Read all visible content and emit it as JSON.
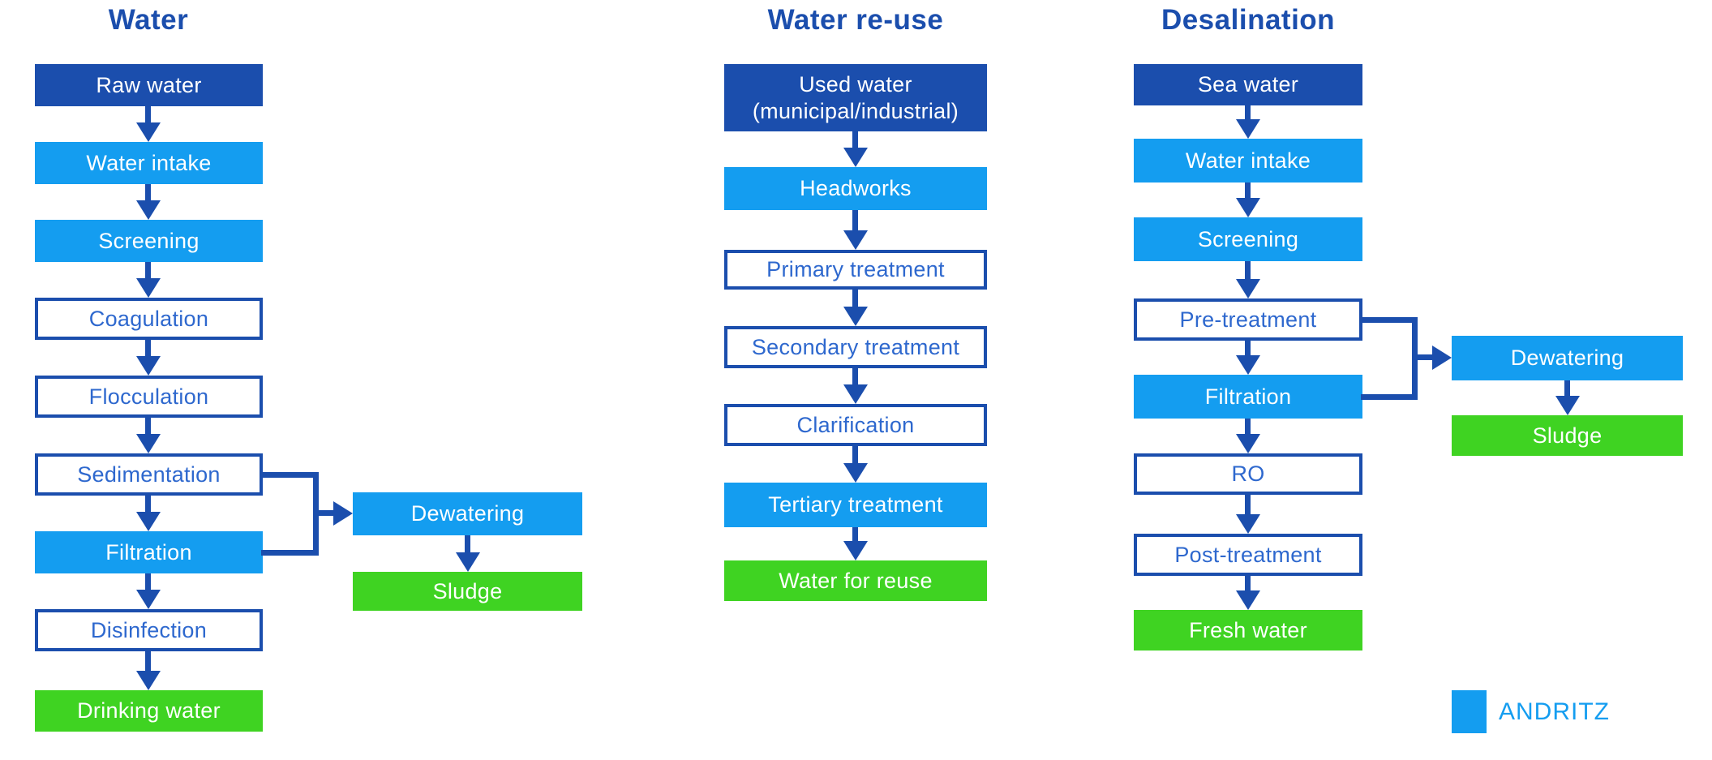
{
  "colors": {
    "dark_blue": "#1B4EAD",
    "light_blue": "#149DF0",
    "green": "#3FD322",
    "outline_text_blue": "#2E68CE",
    "box_text_white": "#FFFFFF"
  },
  "legend": {
    "label": "ANDRITZ",
    "swatch_color": "#149DF0"
  },
  "columns": [
    {
      "title": "Water",
      "steps": [
        {
          "label": "Raw water",
          "variant": "dark"
        },
        {
          "label": "Water intake",
          "variant": "light"
        },
        {
          "label": "Screening",
          "variant": "light"
        },
        {
          "label": "Coagulation",
          "variant": "outline"
        },
        {
          "label": "Flocculation",
          "variant": "outline"
        },
        {
          "label": "Sedimentation",
          "variant": "outline"
        },
        {
          "label": "Filtration",
          "variant": "light"
        },
        {
          "label": "Disinfection",
          "variant": "outline"
        },
        {
          "label": "Drinking water",
          "variant": "green"
        }
      ],
      "branch": {
        "sources": [
          "Sedimentation",
          "Filtration"
        ],
        "steps": [
          {
            "label": "Dewatering",
            "variant": "light"
          },
          {
            "label": "Sludge",
            "variant": "green"
          }
        ]
      }
    },
    {
      "title": "Water re-use",
      "steps": [
        {
          "label": "Used water\n(municipal/industrial)",
          "variant": "dark"
        },
        {
          "label": "Headworks",
          "variant": "light"
        },
        {
          "label": "Primary treatment",
          "variant": "outline"
        },
        {
          "label": "Secondary treatment",
          "variant": "outline"
        },
        {
          "label": "Clarification",
          "variant": "outline"
        },
        {
          "label": "Tertiary treatment",
          "variant": "light"
        },
        {
          "label": "Water for reuse",
          "variant": "green"
        }
      ]
    },
    {
      "title": "Desalination",
      "steps": [
        {
          "label": "Sea water",
          "variant": "dark"
        },
        {
          "label": "Water intake",
          "variant": "light"
        },
        {
          "label": "Screening",
          "variant": "light"
        },
        {
          "label": "Pre-treatment",
          "variant": "outline"
        },
        {
          "label": "Filtration",
          "variant": "light"
        },
        {
          "label": "RO",
          "variant": "outline"
        },
        {
          "label": "Post-treatment",
          "variant": "outline"
        },
        {
          "label": "Fresh water",
          "variant": "green"
        }
      ],
      "branch": {
        "sources": [
          "Pre-treatment",
          "Filtration"
        ],
        "steps": [
          {
            "label": "Dewatering",
            "variant": "light"
          },
          {
            "label": "Sludge",
            "variant": "green"
          }
        ]
      }
    }
  ]
}
